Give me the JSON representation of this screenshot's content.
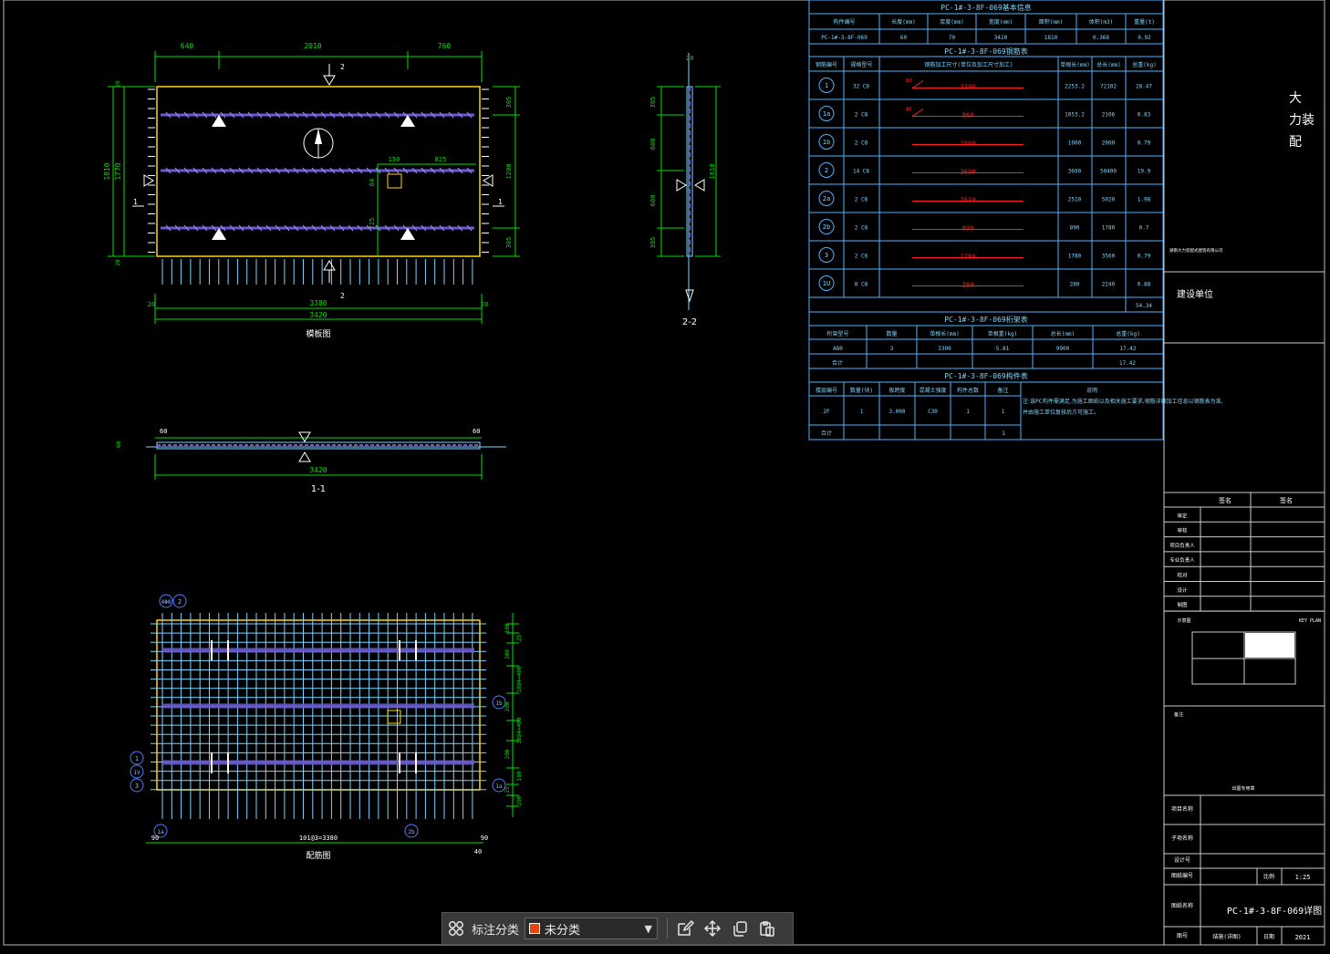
{
  "colors": {
    "background": "#000000",
    "table_border": "#4fb3ff",
    "table_text": "#7fd4ff",
    "dim": "#00e000",
    "rebar": "#6a5acd",
    "rebar_grid": "#7fd4ff",
    "panel": "#ffd800",
    "red_text": "#ff2020",
    "white": "#ffffff"
  },
  "plan_view": {
    "dims_top": [
      "640",
      "2010",
      "760"
    ],
    "dims_bottom_inner": [
      "20",
      "3380",
      "20"
    ],
    "dims_bottom_total": "3420",
    "dims_left_total": "1810",
    "dims_left_inner": "1770",
    "dims_left_small": [
      "20",
      "20"
    ],
    "dims_right": [
      "305",
      "1200",
      "305"
    ],
    "opening_dims": [
      "150",
      "825",
      "64",
      "725"
    ],
    "section_marks": [
      "2",
      "2",
      "1",
      "1"
    ],
    "title": "模板图"
  },
  "section_1_1": {
    "dims": [
      "60",
      "60"
    ],
    "left_dim": "60",
    "total": "3420",
    "title": "1-1"
  },
  "section_2_2": {
    "dims": [
      "305",
      "600",
      "600",
      "305"
    ],
    "top": "20",
    "right_total": "1810",
    "title": "2-2"
  },
  "rebar_view": {
    "bubbles_top": [
      "4Φ0",
      "2"
    ],
    "bubbles_left": [
      "1",
      "1V",
      "3"
    ],
    "bubbles_right": [
      "1b",
      "1a"
    ],
    "bubbles_bottom": [
      "1a",
      "2b"
    ],
    "dims_right": [
      "100",
      "25",
      "200",
      "10@4=400",
      "200",
      "10@4=400",
      "200",
      "100",
      "25",
      "290"
    ],
    "dims_bottom": [
      "90",
      "101@3=3380",
      "90"
    ],
    "bottom_right": "40",
    "title": "配筋图"
  },
  "table_basic": {
    "title": "PC-1#-3-8F-069基本信息",
    "headers": [
      "构件编号",
      "长度(mm)",
      "厚度(mm)",
      "宽度(mm)",
      "面积(mm)",
      "体积(m3)",
      "重量(t)"
    ],
    "row": [
      "PC-1#-3-8F-069",
      "60",
      "70",
      "3420",
      "1810",
      "0.368",
      "0.92"
    ]
  },
  "table_rebar": {
    "title": "PC-1#-3-8F-069钢筋表",
    "headers": [
      "钢筋编号",
      "规格型号",
      "钢筋加工尺寸(单位及加工尺寸加工)",
      "单根长(mm)",
      "总长(mm)",
      "总重(kg)"
    ],
    "rows": [
      {
        "id": "1",
        "spec": "32 C8",
        "dim": "3390",
        "hook": "40",
        "single": "2253.2",
        "total": "72102",
        "weight": "28.47"
      },
      {
        "id": "1a",
        "spec": "2 C8",
        "dim": "960",
        "hook": "40",
        "single": "1053.2",
        "total": "2106",
        "weight": "0.83"
      },
      {
        "id": "1b",
        "spec": "2 C8",
        "dim": "1000",
        "hook": "",
        "single": "1000",
        "total": "2000",
        "weight": "0.79"
      },
      {
        "id": "2",
        "spec": "14 C8",
        "dim": "3600",
        "hook": "",
        "single": "3600",
        "total": "50400",
        "weight": "19.9"
      },
      {
        "id": "2a",
        "spec": "2 C8",
        "dim": "2510",
        "hook": "",
        "single": "2510",
        "total": "5020",
        "weight": "1.98"
      },
      {
        "id": "2b",
        "spec": "2 C8",
        "dim": "890",
        "hook": "",
        "single": "890",
        "total": "1780",
        "weight": "0.7"
      },
      {
        "id": "3",
        "spec": "2 C6",
        "dim": "1780",
        "hook": "",
        "single": "1780",
        "total": "3560",
        "weight": "0.79"
      },
      {
        "id": "1U",
        "spec": "8 C8",
        "dim": "280",
        "hook": "",
        "single": "280",
        "total": "2240",
        "weight": "0.88"
      }
    ],
    "sum": "54.34"
  },
  "table_truss": {
    "title": "PC-1#-3-8F-069桁架表",
    "headers": [
      "桁架型号",
      "数量",
      "单根长(mm)",
      "单根重(kg)",
      "总长(mm)",
      "总重(kg)"
    ],
    "row": [
      "A80",
      "3",
      "3300",
      "5.81",
      "9900",
      "17.42"
    ],
    "sum_label": "合计",
    "sum": "17.42"
  },
  "table_misc": {
    "title": "PC-1#-3-8F-069构件表",
    "headers": [
      "楼层编号",
      "数量(块)",
      "板跨度",
      "混凝土强度",
      "构件总数",
      "备注"
    ],
    "row": [
      "2F",
      "1",
      "3.000",
      "C30",
      "1",
      "1"
    ],
    "sum_label": "合计",
    "sum": "1",
    "note_title": "说明",
    "note": "注:该PC构件需满足,为施工图纸以及相关施工要求,钢筋详细加工信息以钢筋表为准,并由施工单位复核后方可施工。"
  },
  "title_block": {
    "company": "大力装配",
    "company_sub": "湖南大力装配式建筑有限公司",
    "owner_label": "建设单位",
    "sign_headers": [
      "签名",
      "签名"
    ],
    "sign_rows": [
      "审定",
      "审核",
      "项目负责人",
      "专业负责人",
      "校对",
      "设计",
      "制图"
    ],
    "key_plan_left": "示意图",
    "key_plan_right": "KEY PLAN",
    "notes_label": "备注",
    "stamp_label": "出图专用章",
    "rows": [
      "项目名称",
      "子项名称",
      "设计号"
    ],
    "drawing_no_label": "图纸编号",
    "scale_label": "比例",
    "scale": "1:25",
    "drawing_title_label": "图纸名称",
    "drawing_title": "PC-1#-3-8F-069详图",
    "date_label": "日期",
    "date_value": "2021",
    "sheet_label": "图号",
    "sheet_value": "结施(详图)"
  },
  "toolbar": {
    "label": "标注分类",
    "category_value": "未分类",
    "category_color": "#e8440c"
  }
}
